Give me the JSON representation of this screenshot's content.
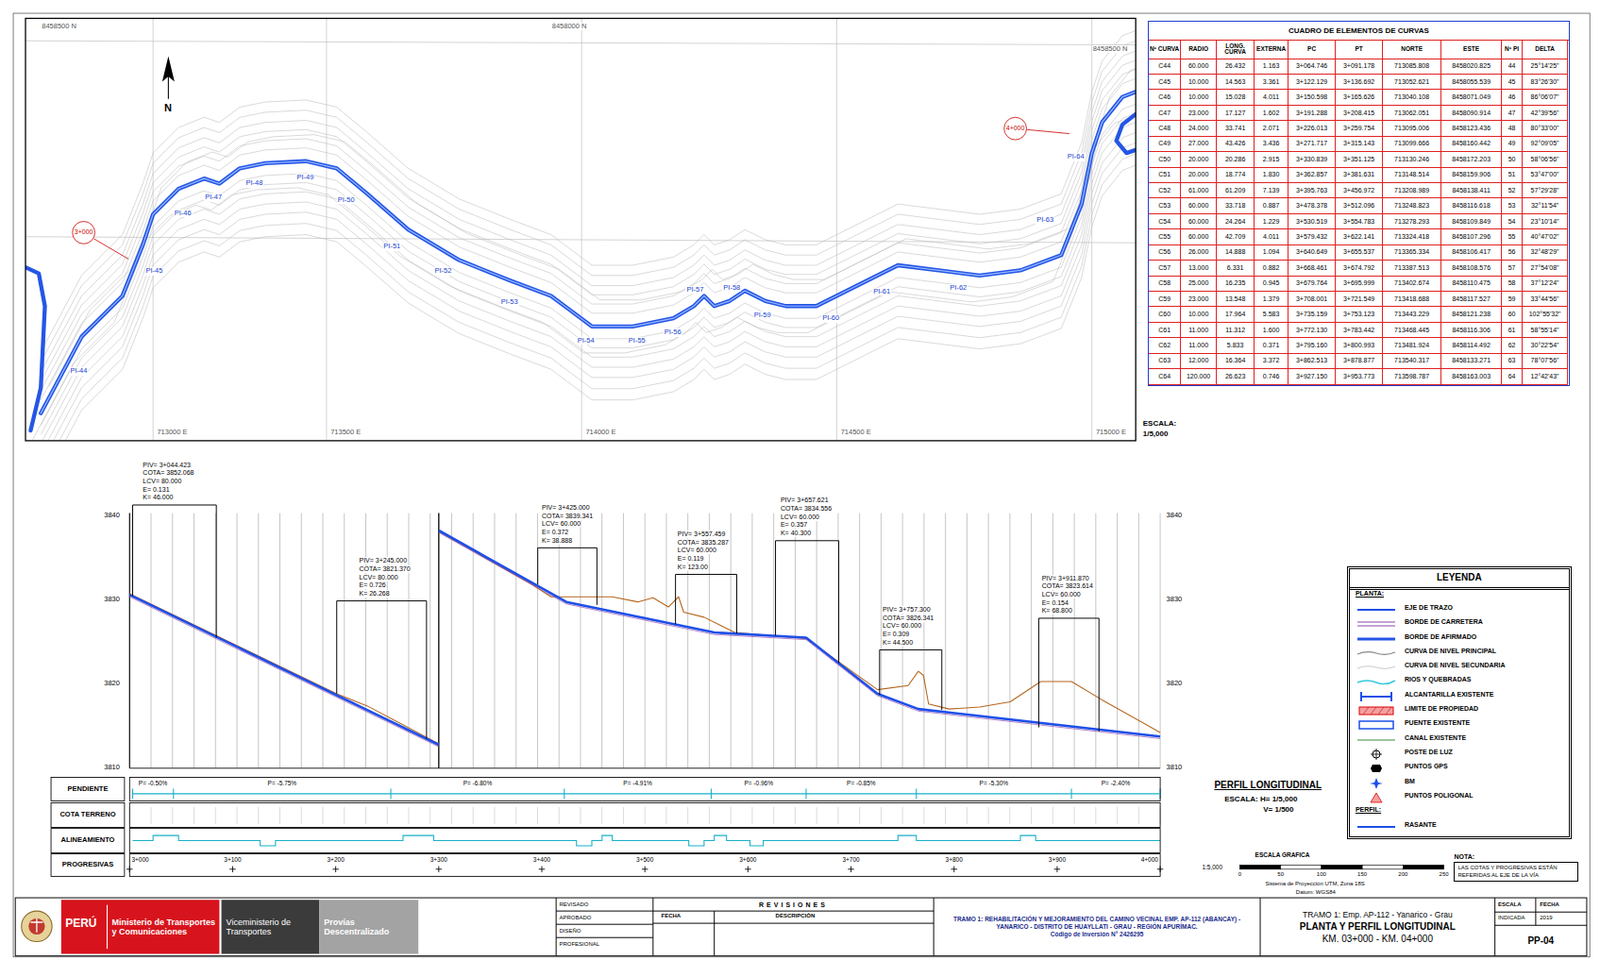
{
  "diagram": {
    "nodes": [
      {
        "text": [
          "CUADRO DE ELEMENTOS DE CURVAS"
        ]
      },
      {
        "text": [
          "LEYENDA"
        ]
      },
      {
        "text": [
          "NOTA:",
          "LAS COTAS Y PROGRESIVAS ESTÁN REFERIDAS AL EJE DE LA VÍA"
        ]
      },
      {
        "text": [
          "Ministerio de Transportes y Comunicaciones"
        ]
      },
      {
        "text": [
          "Viceministerio de Transportes"
        ]
      },
      {
        "text": [
          "Provías Descentralizado"
        ]
      },
      {
        "text": [
          "REVISIONES"
        ]
      },
      {
        "text": [
          "TRAMO 1: REHABILITACIÓN Y MEJORAMIENTO DEL CAMINO VECINAL EMP. AP-112 (ABANCAY) - YANARICO - DISTRITO DE HUAYLLATI - GRAU - REGIÓN APURÍMAC.",
          "Código de Inversión N° 2426295"
        ]
      },
      {
        "text": [
          "TRAMO 1: Emp. AP-112 - Yanarico - Grau",
          "PLANTA Y PERFIL LONGITUDINAL",
          "KM. 03+000 - KM. 04+000"
        ]
      },
      {
        "text": [
          "PP-04"
        ]
      }
    ],
    "labels": [
      "8458500 N",
      "8458000 N",
      "8458500 N",
      "713000 E",
      "713500 E",
      "714000 E",
      "714500 E",
      "715000 E",
      "N",
      "3+000",
      "4+000",
      "PI-44",
      "PI-45",
      "PI-46",
      "PI-47",
      "PI-48",
      "PI-49",
      "PI-50",
      "PI-51",
      "PI-52",
      "PI-53",
      "PI-54",
      "PI-55",
      "PI-56",
      "PI-57",
      "PI-58",
      "PI-59",
      "PI-60",
      "PI-61",
      "PI-62",
      "PI-63",
      "PI-64",
      "ESCALA:",
      "1/5,000",
      "Nº CURVA",
      "RADIO",
      "LONG. CURVA",
      "EXTERNA",
      "PC",
      "PT",
      "NORTE",
      "ESTE",
      "Nº PI",
      "DELTA",
      "C44",
      "60.000",
      "26.432",
      "1.163",
      "3+064.746",
      "3+091.178",
      "713085.808",
      "8458020.825",
      "44",
      "25°14'25\"",
      "C45",
      "10.000",
      "14.563",
      "3.361",
      "3+122.129",
      "3+136.692",
      "713052.621",
      "8458055.539",
      "45",
      "83°26'30\"",
      "C46",
      "10.000",
      "15.028",
      "4.011",
      "3+150.598",
      "3+165.626",
      "713040.108",
      "8458071.049",
      "46",
      "86°06'07\"",
      "C47",
      "23.000",
      "17.127",
      "1.602",
      "3+191.288",
      "3+208.415",
      "713062.051",
      "8458090.914",
      "47",
      "42°39'56\"",
      "C48",
      "24.000",
      "33.741",
      "2.071",
      "3+226.013",
      "3+259.754",
      "713095.006",
      "8458123.436",
      "48",
      "80°33'00\"",
      "C49",
      "27.000",
      "43.426",
      "3.436",
      "3+271.717",
      "3+315.143",
      "713099.666",
      "8458160.442",
      "49",
      "92°09'05\"",
      "C50",
      "20.000",
      "20.286",
      "2.915",
      "3+330.839",
      "3+351.125",
      "713130.246",
      "8458172.203",
      "50",
      "58°06'56\"",
      "C51",
      "20.000",
      "18.774",
      "1.830",
      "3+362.857",
      "3+381.631",
      "713148.514",
      "8458159.906",
      "51",
      "53°47'00\"",
      "C52",
      "61.000",
      "61.209",
      "7.139",
      "3+395.763",
      "3+456.972",
      "713208.989",
      "8458138.411",
      "52",
      "57°29'28\"",
      "C53",
      "60.000",
      "33.718",
      "0.887",
      "3+478.378",
      "3+512.096",
      "713248.823",
      "8458116.618",
      "53",
      "32°11'54\"",
      "C54",
      "60.000",
      "24.264",
      "1.229",
      "3+530.519",
      "3+554.783",
      "713278.293",
      "8458109.849",
      "54",
      "23°10'14\"",
      "C55",
      "60.000",
      "42.709",
      "4.011",
      "3+579.432",
      "3+622.141",
      "713324.418",
      "8458107.296",
      "55",
      "40°47'02\"",
      "C56",
      "26.000",
      "14.888",
      "1.094",
      "3+640.649",
      "3+655.537",
      "713365.334",
      "8458106.417",
      "56",
      "32°48'29\"",
      "C57",
      "13.000",
      "6.331",
      "0.882",
      "3+668.461",
      "3+674.792",
      "713387.513",
      "8458108.576",
      "57",
      "27°54'08\"",
      "C58",
      "25.000",
      "16.235",
      "0.945",
      "3+679.764",
      "3+695.999",
      "713402.674",
      "8458110.475",
      "58",
      "37°12'24\"",
      "C59",
      "23.000",
      "13.548",
      "1.379",
      "3+708.001",
      "3+721.549",
      "713418.688",
      "8458117.527",
      "59",
      "33°44'56\"",
      "C60",
      "10.000",
      "17.964",
      "5.583",
      "3+735.159",
      "3+753.123",
      "713443.229",
      "8458121.238",
      "60",
      "102°55'32\"",
      "C61",
      "11.000",
      "11.312",
      "1.600",
      "3+772.130",
      "3+783.442",
      "713468.445",
      "8458116.306",
      "61",
      "58°55'14\"",
      "C62",
      "11.000",
      "5.833",
      "0.371",
      "3+795.160",
      "3+800.993",
      "713481.924",
      "8458114.492",
      "62",
      "30°22'54\"",
      "C63",
      "12.000",
      "16.364",
      "3.372",
      "3+862.513",
      "3+878.877",
      "713540.317",
      "8458133.271",
      "63",
      "78°07'56\"",
      "C64",
      "120.000",
      "26.623",
      "0.746",
      "3+927.150",
      "3+953.773",
      "713598.787",
      "8458163.003",
      "64",
      "12°42'43\"",
      "3840",
      "3830",
      "3820",
      "3810",
      "3840",
      "3830",
      "3820",
      "3810",
      "PIV= 3+044.423",
      "COTA= 3852.068",
      "LCV= 80.000",
      "E= 0.131",
      "K= 46.000",
      "PIV= 3+245.000",
      "COTA= 3821.370",
      "LCV= 80.000",
      "E= 0.726",
      "K= 26.268",
      "PIV= 3+425.000",
      "COTA= 3839.341",
      "LCV= 60.000",
      "E= 0.372",
      "K= 38.888",
      "PIV= 3+557.459",
      "COTA= 3835.287",
      "LCV= 60.000",
      "E= 0.119",
      "K= 123.00",
      "PIV= 3+657.621",
      "COTA= 3834.556",
      "LCV= 60.000",
      "E= 0.357",
      "K= 40.300",
      "PIV= 3+757.300",
      "COTA= 3826.341",
      "LCV= 60.000",
      "E= 0.309",
      "K= 44.500",
      "PIV= 3+911.870",
      "COTA= 3823.614",
      "LCV= 60.000",
      "E= 0.154",
      "K= 68.800",
      "PENDIENTE",
      "COTA TERRENO",
      "ALINEAMIENTO",
      "PROGRESIVAS",
      "P= -0.50%",
      "P= -5.75%",
      "P= -6.80%",
      "P= -4.91%",
      "P= -0.96%",
      "P= -0.85%",
      "P= -5.30%",
      "P= -2.40%",
      "3+000",
      "3+100",
      "3+200",
      "3+300",
      "3+400",
      "3+500",
      "3+600",
      "3+700",
      "3+800",
      "3+900",
      "4+000",
      "PERFIL LONGITUDINAL",
      "ESCALA: H= 1/5,000",
      "V= 1/500",
      "ESCALA GRAFICA",
      "1:5,000",
      "0",
      "50",
      "100",
      "150",
      "200",
      "250",
      "Sistema de Proyección UTM, Zona 18S",
      "Datum: WGS84",
      "PERÚ",
      "REVISADO",
      "APROBADO",
      "DISEÑO",
      "PROFESIONAL",
      "FECHA",
      "DESCRIPCIÓN",
      "ESCALA",
      "FECHA",
      "INDICADA",
      "2019",
      "PLANTA:",
      "PERFIL:"
    ],
    "legend": [
      {
        "text": "EJE DE TRAZO"
      },
      {
        "text": "BORDE DE CARRETERA"
      },
      {
        "text": "BORDE DE AFIRMADO"
      },
      {
        "text": "CURVA DE NIVEL PRINCIPAL"
      },
      {
        "text": "CURVA DE NIVEL SECUNDARIA"
      },
      {
        "text": "RIOS Y QUEBRADAS"
      },
      {
        "text": "ALCANTARILLA EXISTENTE"
      },
      {
        "text": "LIMITE DE PROPIEDAD"
      },
      {
        "text": "PUENTE EXISTENTE"
      },
      {
        "text": "CANAL EXISTENTE"
      },
      {
        "text": "POSTE DE LUZ"
      },
      {
        "text": "PUNTOS GPS"
      },
      {
        "text": "BM"
      },
      {
        "text": "PUNTOS POLIGONAL"
      },
      {
        "text": "RASANTE"
      }
    ]
  }
}
